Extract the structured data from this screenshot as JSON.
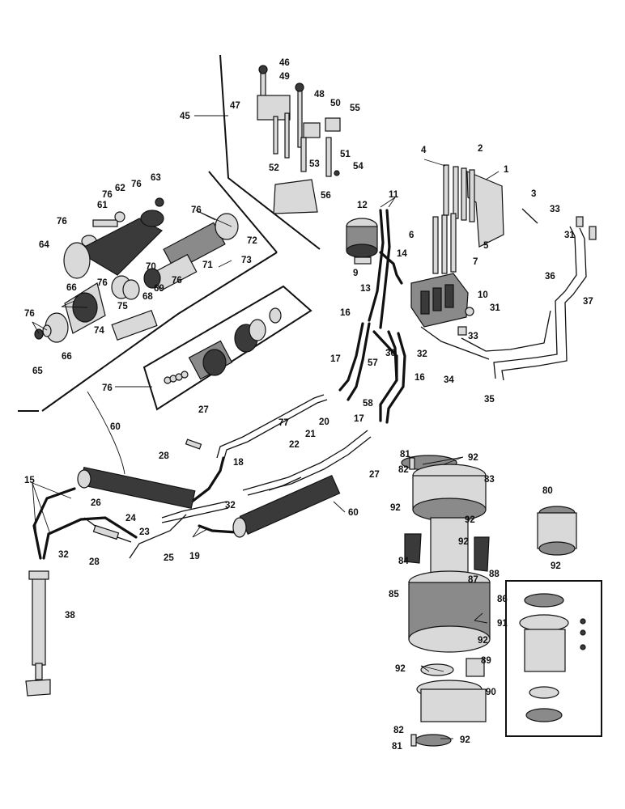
{
  "labels": {
    "l1": "1",
    "l2": "2",
    "l3": "3",
    "l4": "4",
    "l5": "5",
    "l6": "6",
    "l7": "7",
    "l9": "9",
    "l10": "10",
    "l11": "11",
    "l12": "12",
    "l13": "13",
    "l14": "14",
    "l15": "15",
    "l16a": "16",
    "l16b": "16",
    "l17a": "17",
    "l17b": "17",
    "l18": "18",
    "l19": "19",
    "l20": "20",
    "l21": "21",
    "l22": "22",
    "l23": "23",
    "l24": "24",
    "l25": "25",
    "l26": "26",
    "l27a": "27",
    "l27b": "27",
    "l28a": "28",
    "l28b": "28",
    "l30": "30",
    "l31a": "31",
    "l31b": "31",
    "l32a": "32",
    "l32b": "32",
    "l32c": "32",
    "l33a": "33",
    "l33b": "33",
    "l34": "34",
    "l35": "35",
    "l36": "36",
    "l37": "37",
    "l38": "38",
    "l45": "45",
    "l46": "46",
    "l47": "47",
    "l48": "48",
    "l49": "49",
    "l50": "50",
    "l51": "51",
    "l52": "52",
    "l53": "53",
    "l54": "54",
    "l55": "55",
    "l56": "56",
    "l57": "57",
    "l58": "58",
    "l60a": "60",
    "l60b": "60",
    "l61": "61",
    "l62": "62",
    "l63": "63",
    "l64": "64",
    "l65": "65",
    "l66a": "66",
    "l66b": "66",
    "l68": "68",
    "l69": "69",
    "l70": "70",
    "l71": "71",
    "l72": "72",
    "l73": "73",
    "l74": "74",
    "l75": "75",
    "l76a": "76",
    "l76b": "76",
    "l76c": "76",
    "l76d": "76",
    "l76e": "76",
    "l76f": "76",
    "l76g": "76",
    "l76h": "76",
    "l77": "77",
    "l80": "80",
    "l81a": "81",
    "l81b": "81",
    "l82a": "82",
    "l82b": "82",
    "l83": "83",
    "l84": "84",
    "l85": "85",
    "l86": "86",
    "l87": "87",
    "l88": "88",
    "l89": "89",
    "l90": "90",
    "l91": "91",
    "l92a": "92",
    "l92b": "92",
    "l92c": "92",
    "l92d": "92",
    "l92e": "92",
    "l92f": "92",
    "l92g": "92",
    "l92h": "92"
  }
}
